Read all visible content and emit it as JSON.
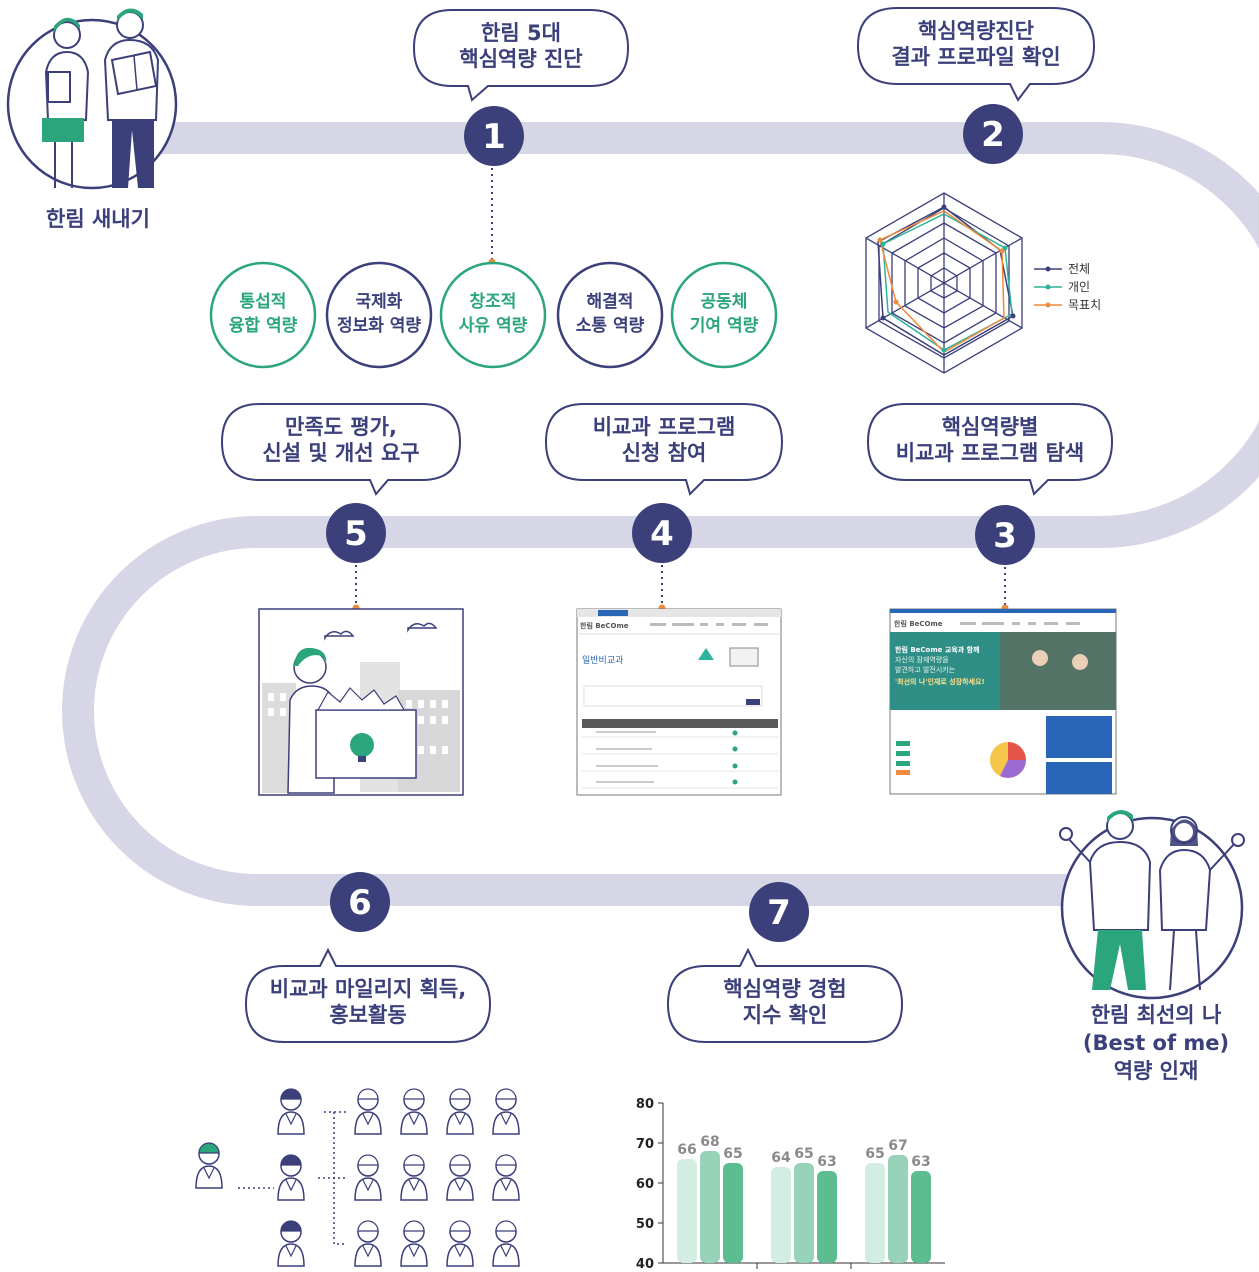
{
  "start_label": "한림 새내기",
  "end_label": [
    "한림 최선의 나",
    "(Best of me)",
    "역량 인재"
  ],
  "steps": [
    {
      "num": "1",
      "bubble": [
        "한림 5대",
        "핵심역량 진단"
      ]
    },
    {
      "num": "2",
      "bubble": [
        "핵심역량진단",
        "결과 프로파일 확인"
      ]
    },
    {
      "num": "3",
      "bubble": [
        "핵심역량별",
        "비교과 프로그램 탐색"
      ]
    },
    {
      "num": "4",
      "bubble": [
        "비교과 프로그램",
        "신청 참여"
      ]
    },
    {
      "num": "5",
      "bubble": [
        "만족도 평가,",
        "신설 및 개선 요구"
      ]
    },
    {
      "num": "6",
      "bubble": [
        "비교과 마일리지 획득,",
        "홍보활동"
      ]
    },
    {
      "num": "7",
      "bubble": [
        "핵심역량 경험",
        "지수 확인"
      ]
    }
  ],
  "competencies": [
    {
      "line1": "통섭적",
      "line2": "융합 역량",
      "color": "#2aa57c"
    },
    {
      "line1": "국제화",
      "line2": "정보화 역량",
      "color": "#3b3f7a"
    },
    {
      "line1": "창조적",
      "line2": "사유 역량",
      "color": "#2aa57c"
    },
    {
      "line1": "해결적",
      "line2": "소통 역량",
      "color": "#3b3f7a"
    },
    {
      "line1": "공동체",
      "line2": "기여 역량",
      "color": "#2aa57c"
    }
  ],
  "radar_legend": [
    {
      "label": "전체",
      "color": "#3b3f7a"
    },
    {
      "label": "개인",
      "color": "#2fb39b"
    },
    {
      "label": "목표치",
      "color": "#f08a3c"
    }
  ],
  "screens": {
    "site_logo": "한림 BeCOme",
    "compare_title": "일반비교과",
    "hero_text": [
      "한림 BeCome 교육과 함께",
      "자신의 잠재역량을",
      "발견하고 발전시키는",
      "'최선의 나'인재로 성장하세요!"
    ]
  },
  "colors": {
    "navy": "#3b3f7a",
    "green": "#2aa57c",
    "track": "#d6d6e7",
    "orange": "#f08a3c"
  },
  "chart_data": {
    "type": "bar",
    "categories": [
      "",
      "",
      ""
    ],
    "series": [
      {
        "values": [
          66,
          64,
          65
        ],
        "color": "#d3ede3"
      },
      {
        "values": [
          68,
          65,
          67
        ],
        "color": "#97d3b9"
      },
      {
        "values": [
          65,
          63,
          63
        ],
        "color": "#5cbd91"
      }
    ],
    "ylim": [
      40,
      80
    ],
    "yticks": [
      40,
      50,
      60,
      70,
      80
    ],
    "data_labels": true
  }
}
